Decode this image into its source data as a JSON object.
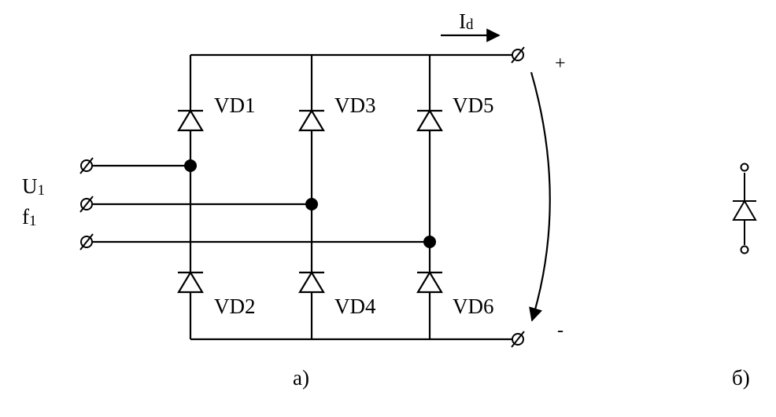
{
  "diagram": {
    "input_labels": {
      "voltage": "U",
      "voltage_sub": "1",
      "frequency": "f",
      "frequency_sub": "1"
    },
    "current": {
      "symbol": "I",
      "symbol_sub": "d"
    },
    "output": {
      "positive": "+",
      "negative": "-"
    },
    "diodes": [
      {
        "id": "VD1",
        "label": "VD1"
      },
      {
        "id": "VD2",
        "label": "VD2"
      },
      {
        "id": "VD3",
        "label": "VD3"
      },
      {
        "id": "VD4",
        "label": "VD4"
      },
      {
        "id": "VD5",
        "label": "VD5"
      },
      {
        "id": "VD6",
        "label": "VD6"
      }
    ],
    "captions": {
      "a": "а)",
      "b": "б)"
    }
  }
}
